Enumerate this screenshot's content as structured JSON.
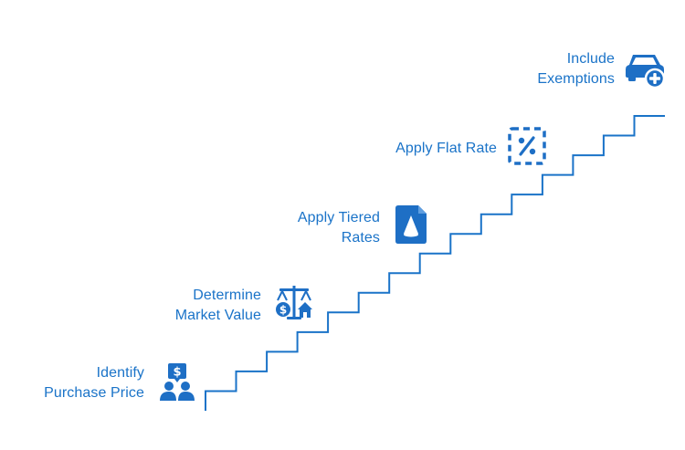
{
  "colors": {
    "accent": "#1a73c8",
    "icon_fill": "#1e6fc5",
    "background": "#ffffff"
  },
  "steps": [
    {
      "lines": [
        "Identify",
        "Purchase Price"
      ],
      "icon": "money-people-icon"
    },
    {
      "lines": [
        "Determine",
        "Market Value"
      ],
      "icon": "scale-icon"
    },
    {
      "lines": [
        "Apply Tiered",
        "Rates"
      ],
      "icon": "document-chart-icon"
    },
    {
      "lines": [
        "Apply Flat Rate"
      ],
      "icon": "percent-icon"
    },
    {
      "lines": [
        "Include",
        "Exemptions"
      ],
      "icon": "car-plus-icon"
    }
  ]
}
